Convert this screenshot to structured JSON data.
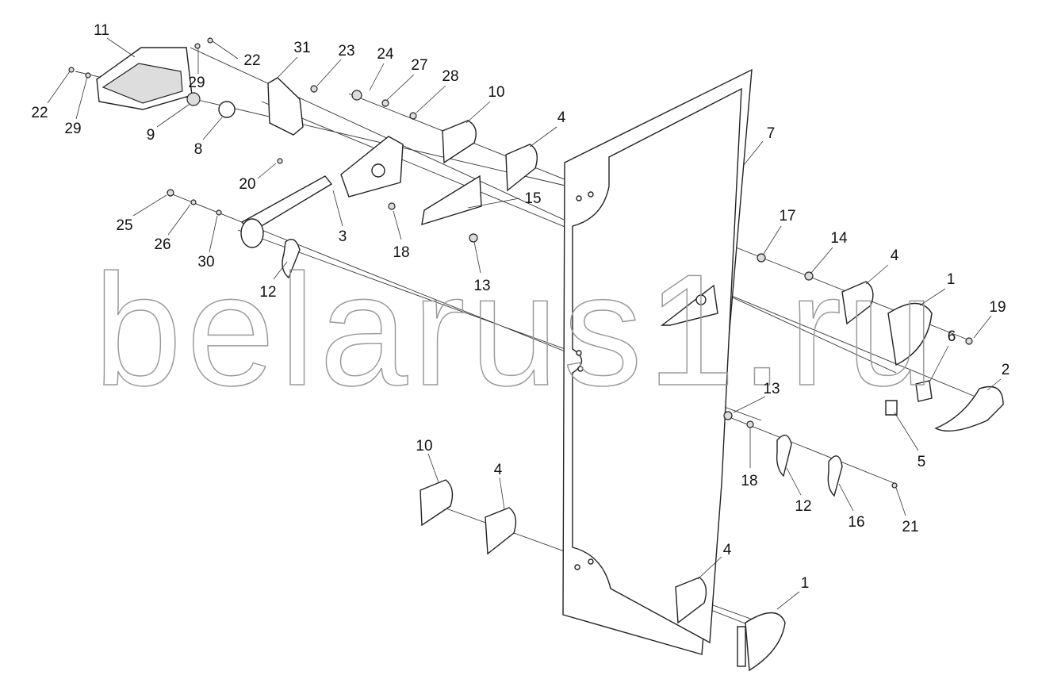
{
  "watermark": "belarus1.ru",
  "labels": [
    "11",
    "22",
    "29",
    "22",
    "29",
    "31",
    "23",
    "24",
    "27",
    "28",
    "10",
    "4",
    "7",
    "9",
    "8",
    "20",
    "25",
    "26",
    "30",
    "3",
    "15",
    "18",
    "13",
    "12",
    "17",
    "14",
    "4",
    "1",
    "19",
    "6",
    "2",
    "13",
    "5",
    "18",
    "12",
    "16",
    "21",
    "10",
    "4",
    "4",
    "1"
  ]
}
